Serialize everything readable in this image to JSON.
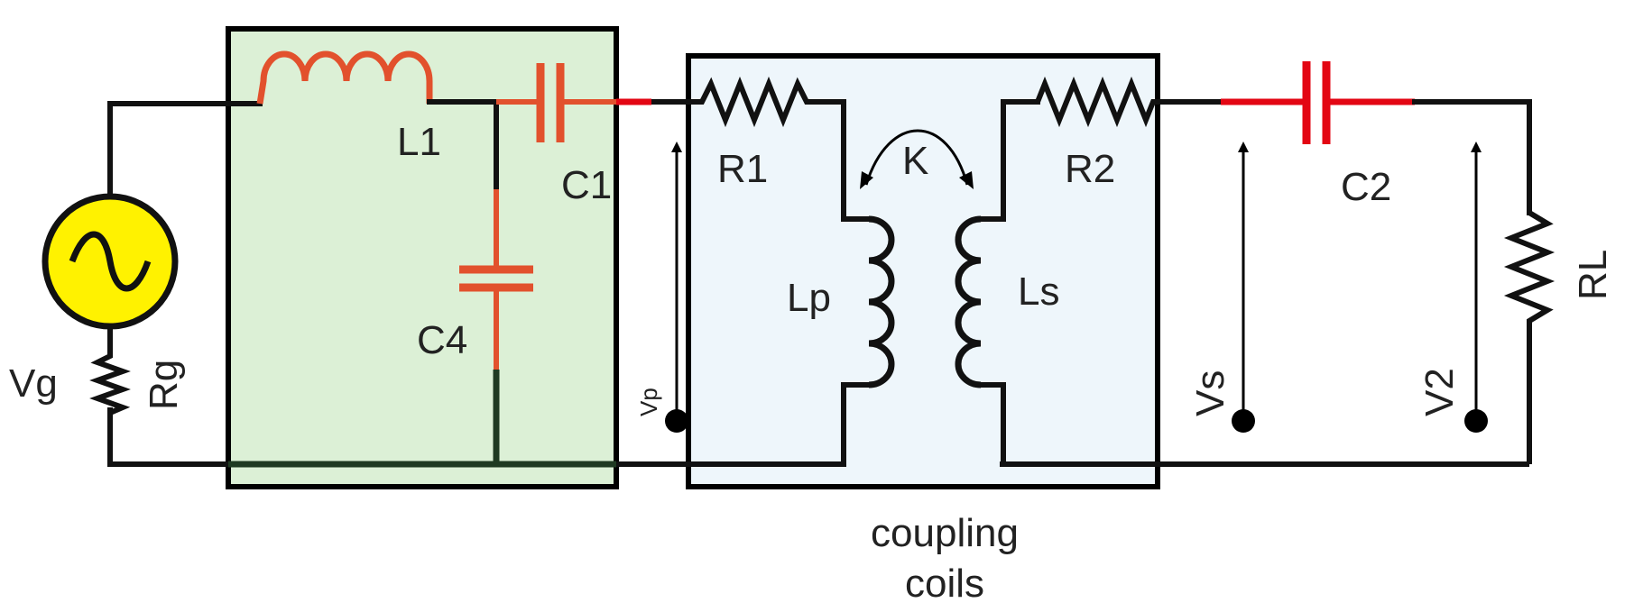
{
  "colors": {
    "match_box_fill": "#dcf0d6",
    "coil_box_fill": "#eef6fb",
    "matching_component": "#e2512d",
    "coupling_cap": "#e30613",
    "ground_dark": "#1f3a22",
    "source_fill": "#fff200",
    "wire": "#111111"
  },
  "labels": {
    "vg": "Vg",
    "rg": "Rg",
    "l1": "L1",
    "c1": "C1",
    "c4": "C4",
    "vp": "Vp",
    "r1": "R1",
    "k": "K",
    "r2": "R2",
    "lp": "Lp",
    "ls": "Ls",
    "c2": "C2",
    "vs": "Vs",
    "v2": "V2",
    "rl": "RL",
    "caption_line1": "coupling",
    "caption_line2": "coils"
  }
}
